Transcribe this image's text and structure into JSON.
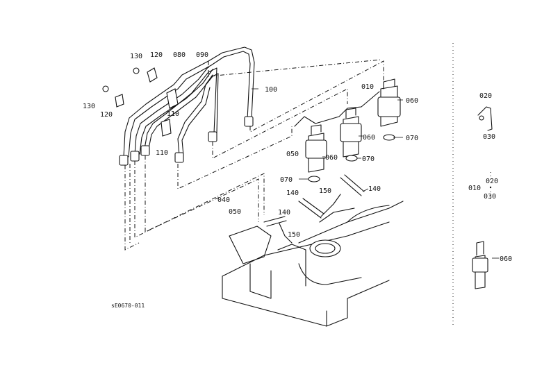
{
  "diagram": {
    "labels": {
      "l130a": "130",
      "l120a": "120",
      "l080": "080",
      "l090": "090",
      "l130b": "130",
      "l120b": "120",
      "l110a": "110",
      "l110b": "110",
      "l100": "100",
      "l010": "010",
      "l060a": "060",
      "l060b": "060",
      "l070a": "070",
      "l050a": "050",
      "l060c": "060",
      "l070b": "070",
      "l070c": "070",
      "l140a": "140",
      "l150a": "150",
      "l140b": "140",
      "l040": "040",
      "l050b": "050",
      "l140c": "140",
      "l150b": "150",
      "code": "sE0670-011"
    },
    "detail": {
      "l020": "020",
      "l030a": "030",
      "l010": "010",
      "l020b": "020",
      "l030b": "030",
      "l060": "060"
    }
  }
}
